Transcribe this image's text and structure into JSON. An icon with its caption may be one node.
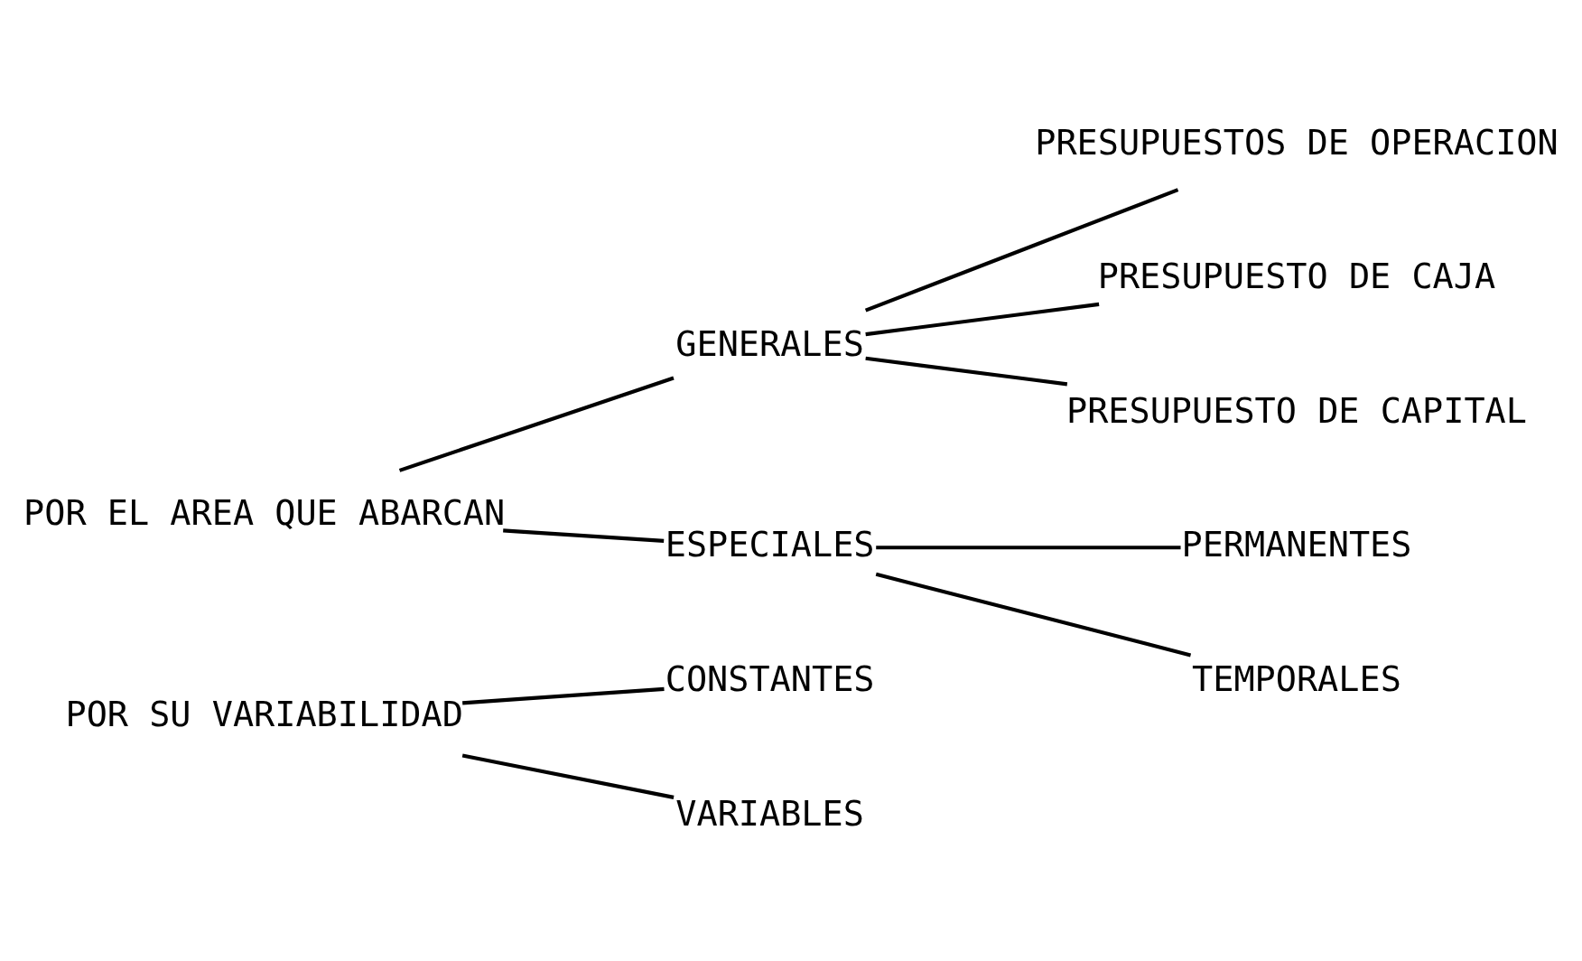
{
  "diagram": {
    "nodes": [
      {
        "text": [
          "POR SU VARIABILIDAD"
        ]
      },
      {
        "text": [
          "CONSTANTES"
        ]
      },
      {
        "text": [
          "VARIABLES"
        ]
      },
      {
        "text": [
          "POR EL AREA QUE ABARCAN"
        ]
      },
      {
        "text": [
          "GENERALES"
        ]
      },
      {
        "text": [
          "PRESUPUESTOS DE OPERACION"
        ]
      },
      {
        "text": [
          "PRESUPUESTO DE CAJA"
        ]
      },
      {
        "text": [
          "PRESUPUESTO DE CAPITAL"
        ]
      },
      {
        "text": [
          "ESPECIALES"
        ]
      },
      {
        "text": [
          "PERMANENTES"
        ]
      },
      {
        "text": [
          "TEMPORALES"
        ]
      }
    ],
    "edges": [
      {
        "from": 0,
        "to": 1,
        "arrow": "none"
      },
      {
        "from": 0,
        "to": 2,
        "arrow": "none"
      },
      {
        "from": 3,
        "to": 4,
        "arrow": "none"
      },
      {
        "from": 3,
        "to": 8,
        "arrow": "none"
      },
      {
        "from": 4,
        "to": 5,
        "arrow": "none"
      },
      {
        "from": 4,
        "to": 6,
        "arrow": "none"
      },
      {
        "from": 4,
        "to": 7,
        "arrow": "none"
      },
      {
        "from": 8,
        "to": 9,
        "arrow": "none"
      },
      {
        "from": 8,
        "to": 10,
        "arrow": "none"
      }
    ]
  }
}
